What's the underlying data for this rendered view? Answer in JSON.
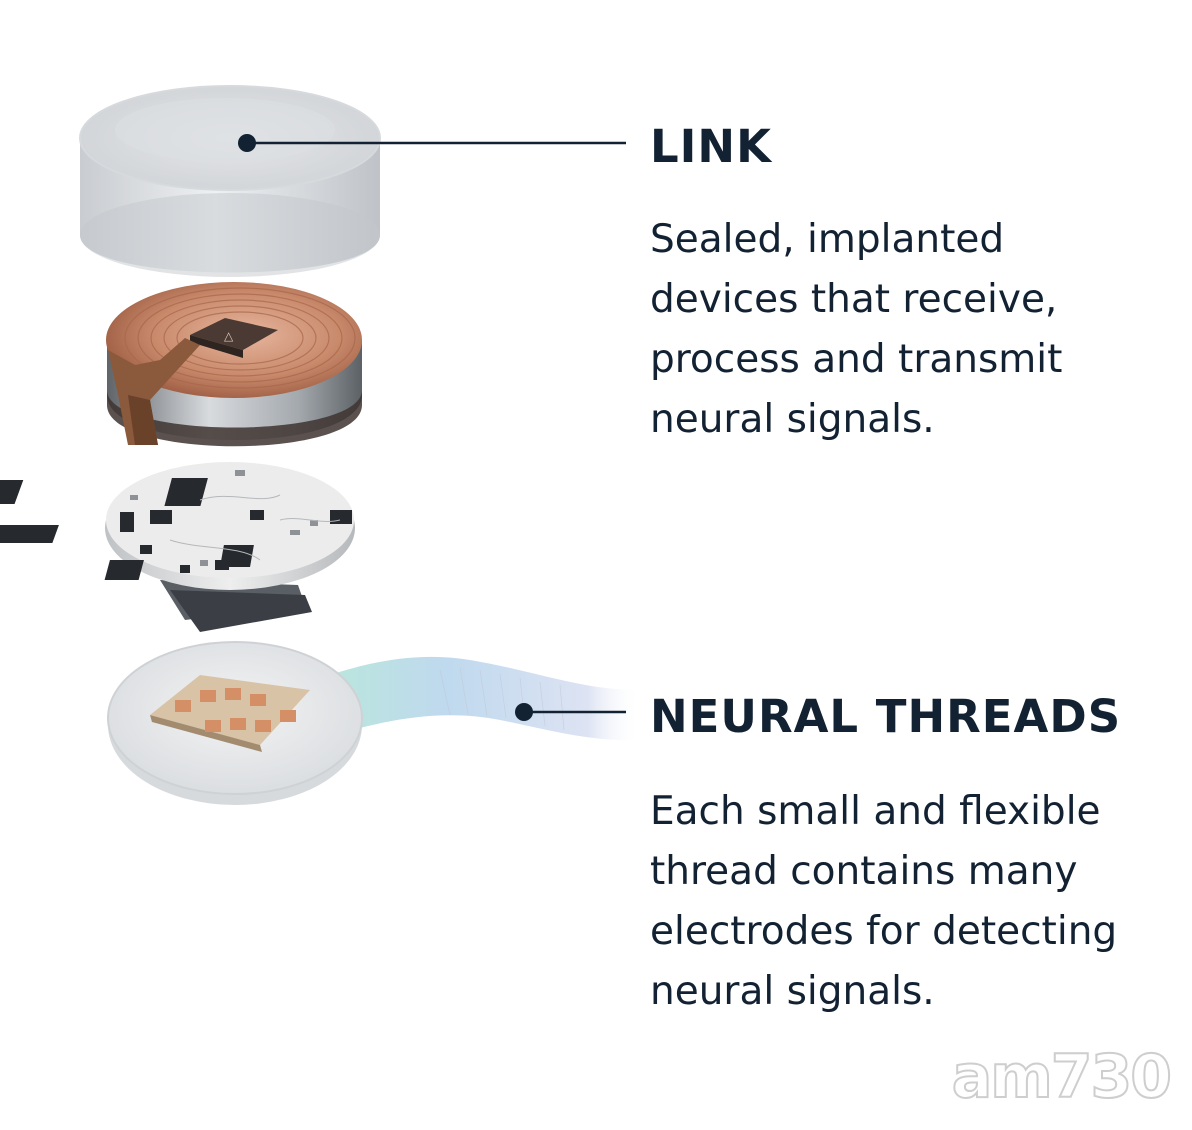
{
  "sections": {
    "link": {
      "title": "LINK",
      "lines": [
        "Sealed, implanted",
        "devices that receive,",
        "process and transmit",
        "neural signals."
      ]
    },
    "threads": {
      "title": "NEURAL THREADS",
      "lines": [
        "Each small and flexible",
        "thread contains many",
        "electrodes for detecting",
        "neural signals."
      ]
    }
  },
  "watermark": "am730",
  "colors": {
    "text": "#132233",
    "leader": "#132233",
    "copper": "#b9735a",
    "pcb": "#e6e6e6",
    "thread": "#bfe3ec"
  },
  "icons": {
    "chip_logo": "neuralink-logo-icon"
  }
}
